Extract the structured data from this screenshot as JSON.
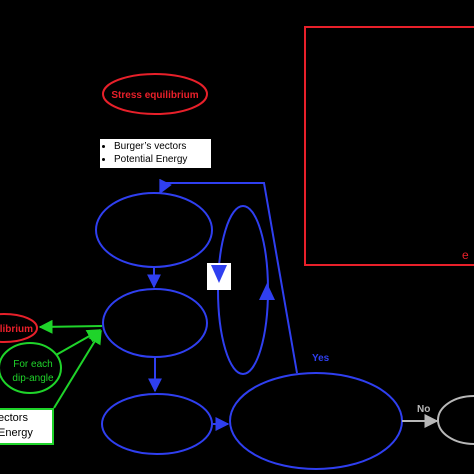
{
  "labels": {
    "stress_equilibrium": "Stress equilibrium",
    "equilibrium_fragment": "ilibrium",
    "for_each": "For each",
    "dip_angle": "dip-angle",
    "yes": "Yes",
    "no": "No",
    "red_box_fragment": "e"
  },
  "info_box_top": {
    "items": [
      "Burger’s vectors",
      "Potential Energy"
    ]
  },
  "info_box_bottom": {
    "items": [
      "ectors",
      "Energy"
    ]
  },
  "colors": {
    "background": "#000000",
    "red": "#e8202a",
    "blue": "#2f3ff0",
    "green": "#1fd42a",
    "gray": "#b8b8b8",
    "white": "#ffffff"
  }
}
